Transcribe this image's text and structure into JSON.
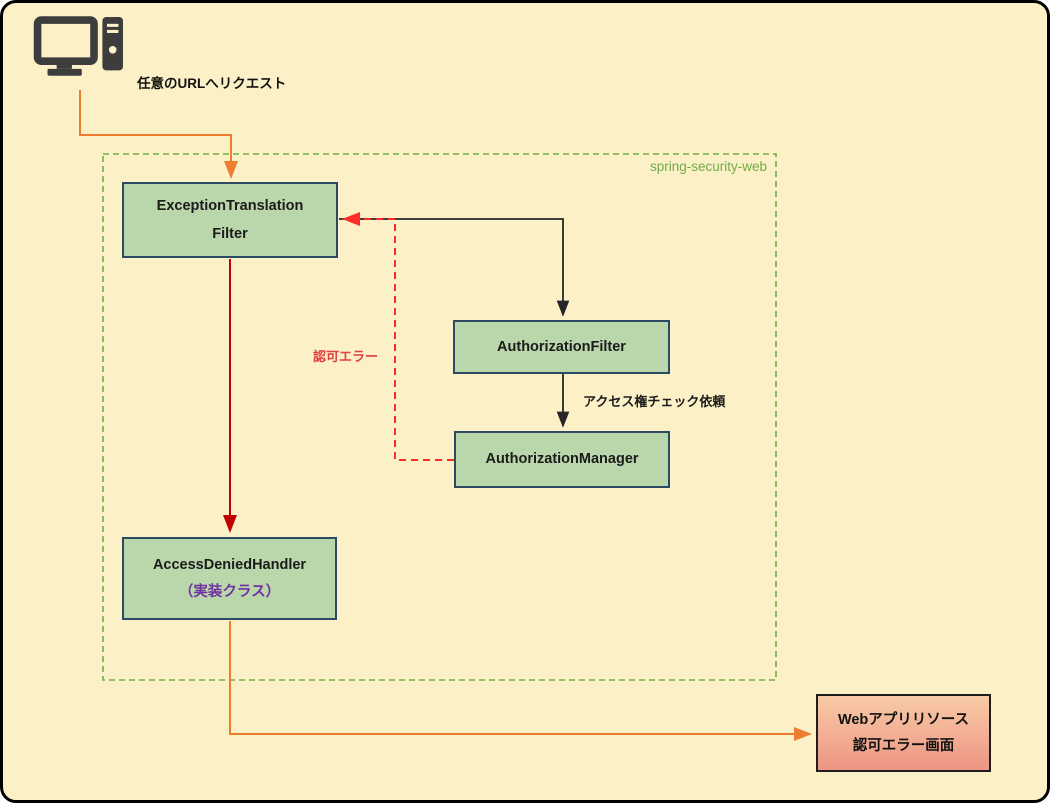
{
  "diagram": {
    "client": {
      "icon": "desktop-computer-icon",
      "request_label": "任意のURLへリクエスト"
    },
    "container": {
      "label": "spring-security-web"
    },
    "nodes": {
      "exception_translation_filter": {
        "line1": "ExceptionTranslation",
        "line2": "Filter"
      },
      "authorization_filter": {
        "label": "AuthorizationFilter"
      },
      "authorization_manager": {
        "label": "AuthorizationManager"
      },
      "access_denied_handler": {
        "line1": "AccessDeniedHandler",
        "line2": "（実装クラス）"
      },
      "web_app_resource": {
        "line1": "Webアプリリソース",
        "line2": "認可エラー画面"
      }
    },
    "edges": {
      "authorization_error_label": "認可エラー",
      "access_check_label": "アクセス権チェック依頼"
    },
    "colors": {
      "background": "#FCF0C6",
      "node_fill": "#BAD7AB",
      "node_border": "#2E4A62",
      "container_green": "#70AD47",
      "orange": "#ED7D31",
      "red_solid": "#C00000",
      "red_dashed": "#FF2B2B",
      "red_text": "#E04040",
      "purple": "#7030A0",
      "web_box_top": "#F8CBA6",
      "web_box_bottom": "#EE9583",
      "icon_color": "#3D3D3D"
    }
  }
}
